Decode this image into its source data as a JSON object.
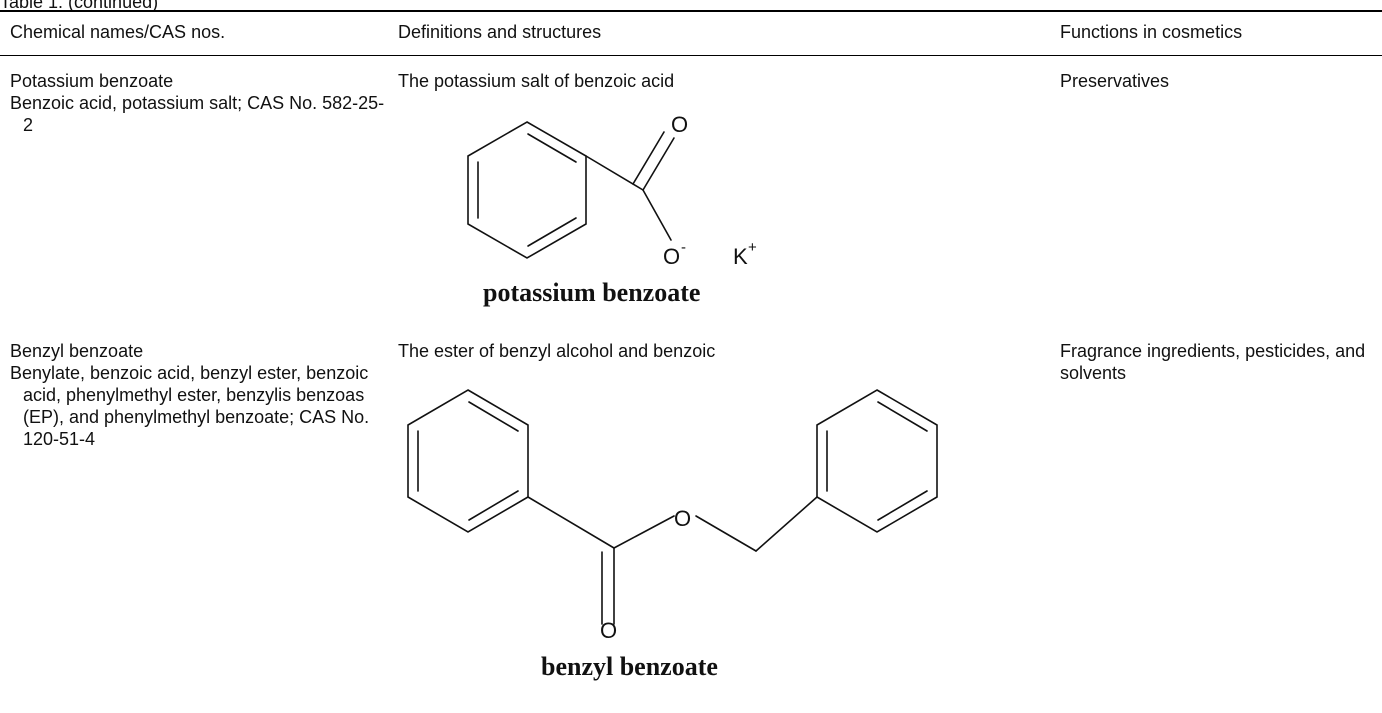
{
  "caption": "Table 1. (continued)",
  "columns": [
    "Chemical names/CAS nos.",
    "Definitions and structures",
    "Functions in cosmetics"
  ],
  "rows": [
    {
      "name": "Potassium benzoate",
      "synonyms": "Benzoic acid, potassium salt; CAS No. 582-25-2",
      "definition": "The potassium salt of benzoic acid",
      "structure": {
        "atom_o_top": "O",
        "atom_o_bottom": "O",
        "charge_minus": "-",
        "atom_k": "K",
        "charge_plus": "+",
        "label": "potassium benzoate"
      },
      "function": "Preservatives"
    },
    {
      "name": "Benzyl benzoate",
      "synonyms": "Benylate, benzoic acid, benzyl ester, benzoic acid, phenylmethyl ester, benzylis benzoas (EP), and phenylmethyl benzoate; CAS No. 120-51-4",
      "definition": "The ester of benzyl alcohol and benzoic",
      "structure": {
        "atom_o_ester": "O",
        "atom_o_carbonyl": "O",
        "label": "benzyl benzoate"
      },
      "function": "Fragrance ingredients, pesticides, and solvents"
    }
  ]
}
